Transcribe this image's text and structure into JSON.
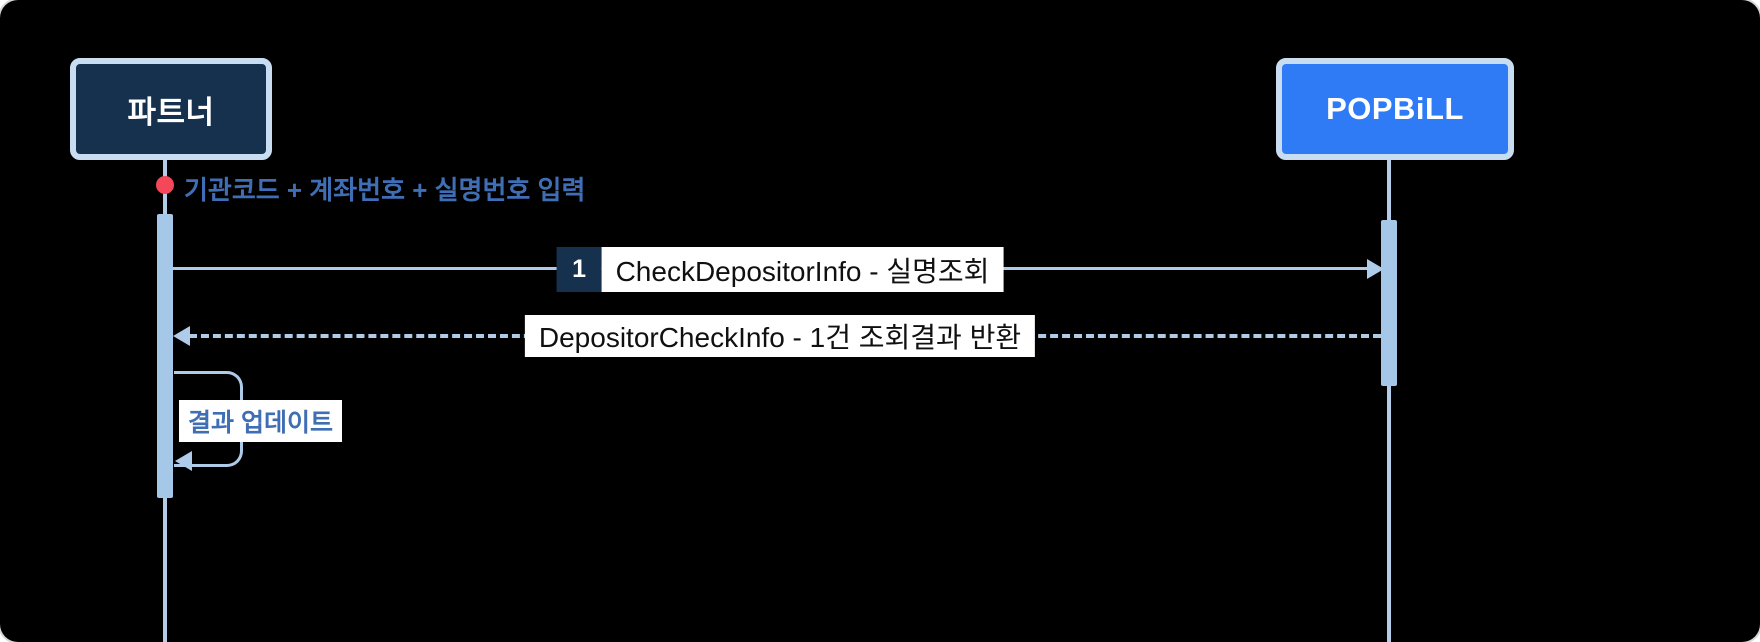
{
  "diagram": {
    "type": "sequence",
    "actors": [
      {
        "id": "partner",
        "label": "파트너"
      },
      {
        "id": "popbill",
        "label": "POPBiLL"
      }
    ],
    "start_note": "기관코드 + 계좌번호 + 실명번호 입력",
    "messages": [
      {
        "seq": "1",
        "label": "CheckDepositorInfo - 실명조회",
        "from": "partner",
        "to": "popbill",
        "line_style": "solid"
      },
      {
        "label": "DepositorCheckInfo - 1건 조회결과 반환",
        "from": "popbill",
        "to": "partner",
        "line_style": "dashed"
      },
      {
        "label": "결과 업데이트",
        "from": "partner",
        "to": "partner",
        "line_style": "self-loop"
      }
    ],
    "colors": {
      "canvas_background": "#000000",
      "partner_box_fill": "#16314e",
      "popbill_box_fill": "#2e7bf5",
      "actor_border": "#c9ddf2",
      "lifeline": "#b3cde9",
      "activation_bar": "#a5c8e9",
      "start_dot": "#f4485a",
      "note_text": "#3f6eb5",
      "sequence_badge_fill": "#16314e",
      "message_label_background": "#ffffff",
      "message_label_text": "#111111"
    }
  }
}
